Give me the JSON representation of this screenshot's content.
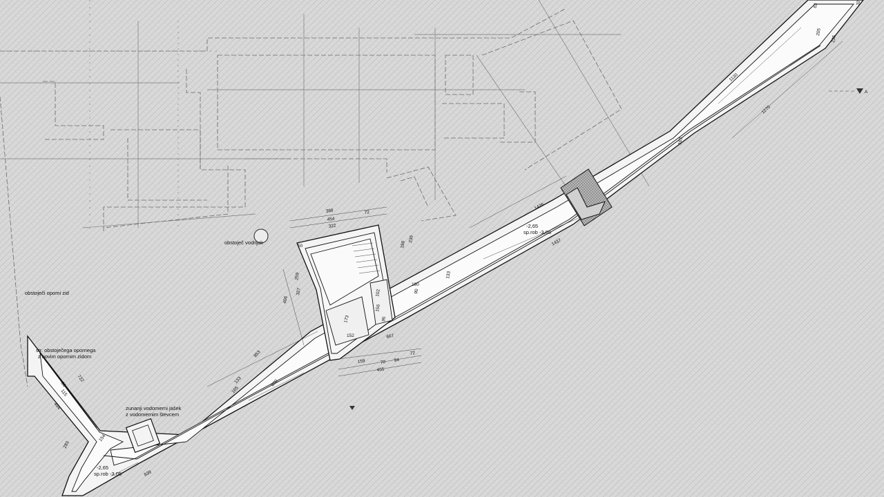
{
  "labels": {
    "existing_wall": "obstoječi opomi zid",
    "existing_well": "obstoječ vodnjak",
    "shaft_line1": "zunanji vodomerni jašek",
    "shaft_line2": "z vodomernim števcem",
    "demolish_line1": "str. obstoječega opornega",
    "demolish_line2": "z novim opornim zidom",
    "level_mid_1": "-2,65",
    "level_mid_2": "sp.rob -3,05",
    "level_low_1": "-2,65",
    "level_low_2": "sp.rob -3,05",
    "section_marker": "A"
  },
  "dims": {
    "d1": "1130",
    "d2": "1270",
    "d3": "1426",
    "d4": "1437",
    "d5": "853",
    "d6": "800",
    "d7": "839",
    "d8": "722",
    "d9": "494",
    "d10": "283",
    "d11": "154",
    "d12": "133",
    "d13": "165",
    "d14": "83",
    "d15": "115",
    "d16": "388",
    "d17": "454",
    "d18": "322",
    "d19": "72",
    "d20": "236",
    "d21": "188",
    "d22": "133",
    "d23": "667",
    "d24": "159",
    "d25": "455",
    "d26": "70",
    "d27": "94",
    "d28": "72",
    "d29": "173",
    "d30": "152",
    "d31": "156",
    "d32": "95",
    "d33": "102",
    "d34": "406",
    "d35": "259",
    "d36": "327",
    "d37": "50",
    "d38": "90",
    "d39": "180",
    "d40": "163",
    "d41": "205",
    "d42": "235",
    "d43": "63",
    "d44": "324"
  }
}
